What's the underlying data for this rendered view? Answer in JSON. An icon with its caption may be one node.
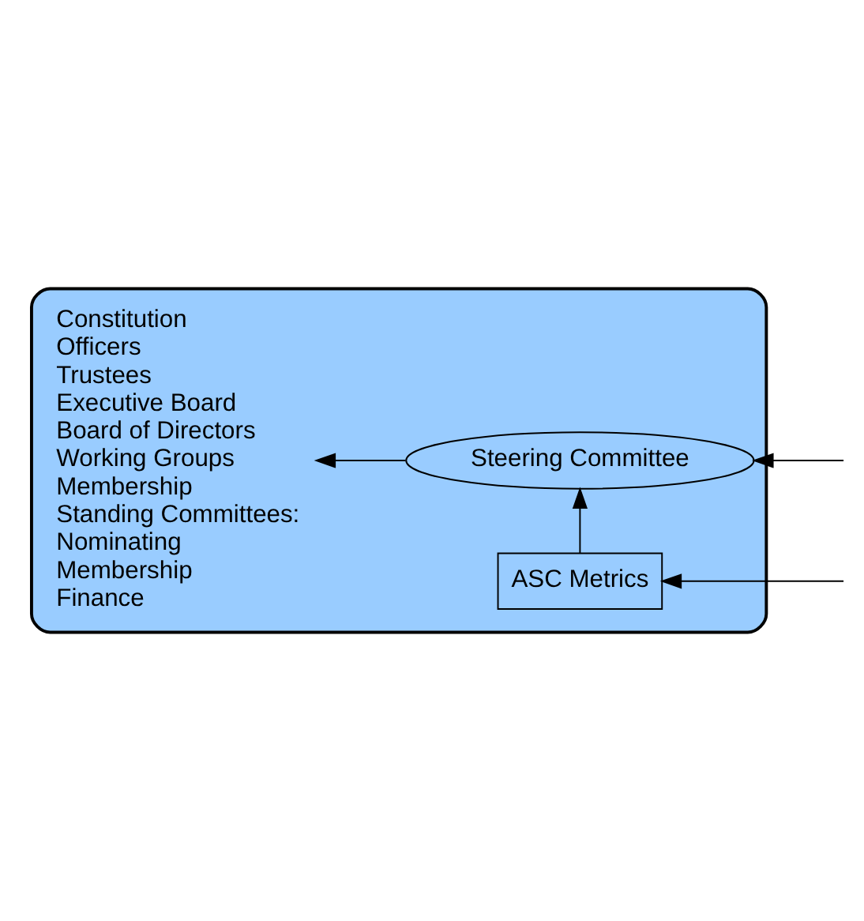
{
  "diagram": {
    "nodes": [
      {
        "text": [],
        "shape": "box"
      },
      {
        "text": [
          "Constitution",
          "Officers",
          "Trustees",
          "Executive Board",
          "Board of Directors",
          "Working Groups",
          "Membership",
          "Standing Committees:",
          "Nominating",
          "Membership",
          "Finance"
        ],
        "in": 0
      },
      {
        "text": [
          "Steering Committee"
        ],
        "in": 0
      },
      {
        "text": [
          "ASC Metrics"
        ],
        "in": 0
      }
    ],
    "edges": [
      {
        "from": 2,
        "to": 1,
        "arrow": "to"
      },
      {
        "from": null,
        "to": 2,
        "arrow": "to"
      },
      {
        "from": 3,
        "to": 2,
        "arrow": "to"
      },
      {
        "from": null,
        "to": 3,
        "arrow": "to"
      }
    ]
  }
}
